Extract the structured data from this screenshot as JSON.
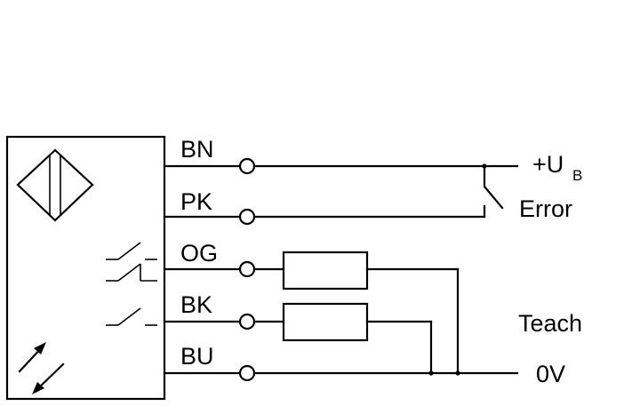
{
  "wires": {
    "bn": "BN",
    "pk": "PK",
    "og": "OG",
    "bk": "BK",
    "bu": "BU"
  },
  "terminals": {
    "supply_prefix": "+U",
    "supply_subscript": "B",
    "error": "Error",
    "teach": "Teach",
    "ground": "0V"
  }
}
